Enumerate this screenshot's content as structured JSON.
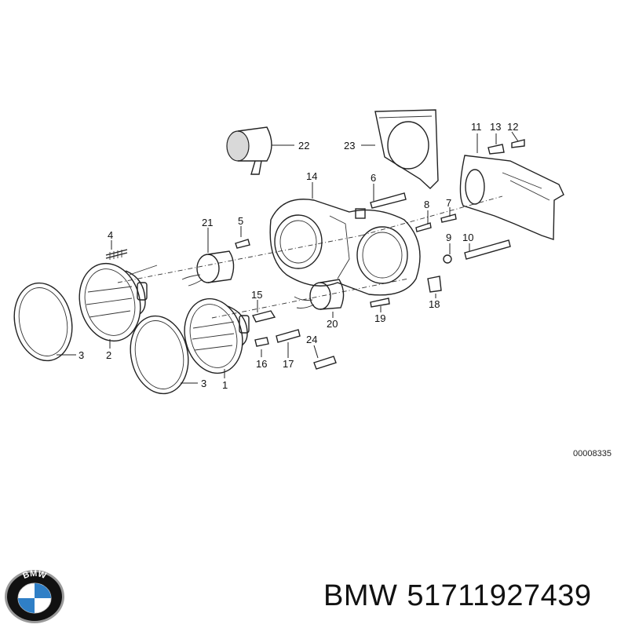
{
  "diagram": {
    "callouts": [
      {
        "id": "c1",
        "label": "1"
      },
      {
        "id": "c2",
        "label": "2"
      },
      {
        "id": "c3a",
        "label": "3"
      },
      {
        "id": "c3b",
        "label": "3"
      },
      {
        "id": "c4",
        "label": "4"
      },
      {
        "id": "c5",
        "label": "5"
      },
      {
        "id": "c6",
        "label": "6"
      },
      {
        "id": "c7",
        "label": "7"
      },
      {
        "id": "c8",
        "label": "8"
      },
      {
        "id": "c9",
        "label": "9"
      },
      {
        "id": "c10",
        "label": "10"
      },
      {
        "id": "c11",
        "label": "11"
      },
      {
        "id": "c12",
        "label": "12"
      },
      {
        "id": "c13",
        "label": "13"
      },
      {
        "id": "c14",
        "label": "14"
      },
      {
        "id": "c15",
        "label": "15"
      },
      {
        "id": "c16",
        "label": "16"
      },
      {
        "id": "c17",
        "label": "17"
      },
      {
        "id": "c18",
        "label": "18"
      },
      {
        "id": "c19",
        "label": "19"
      },
      {
        "id": "c20",
        "label": "20"
      },
      {
        "id": "c21",
        "label": "21"
      },
      {
        "id": "c22",
        "label": "22"
      },
      {
        "id": "c23",
        "label": "23"
      },
      {
        "id": "c24",
        "label": "24"
      }
    ],
    "diagram_id": "00008335"
  },
  "footer": {
    "brand": "BMW",
    "part_number": "51711927439"
  },
  "logo": {
    "icon": "bmw-roundel-icon",
    "letters": "BMW",
    "colors": {
      "blue": "#2f7fc6",
      "white": "#ffffff",
      "ring": "#111111",
      "chrome": "#9a9a9a"
    }
  }
}
